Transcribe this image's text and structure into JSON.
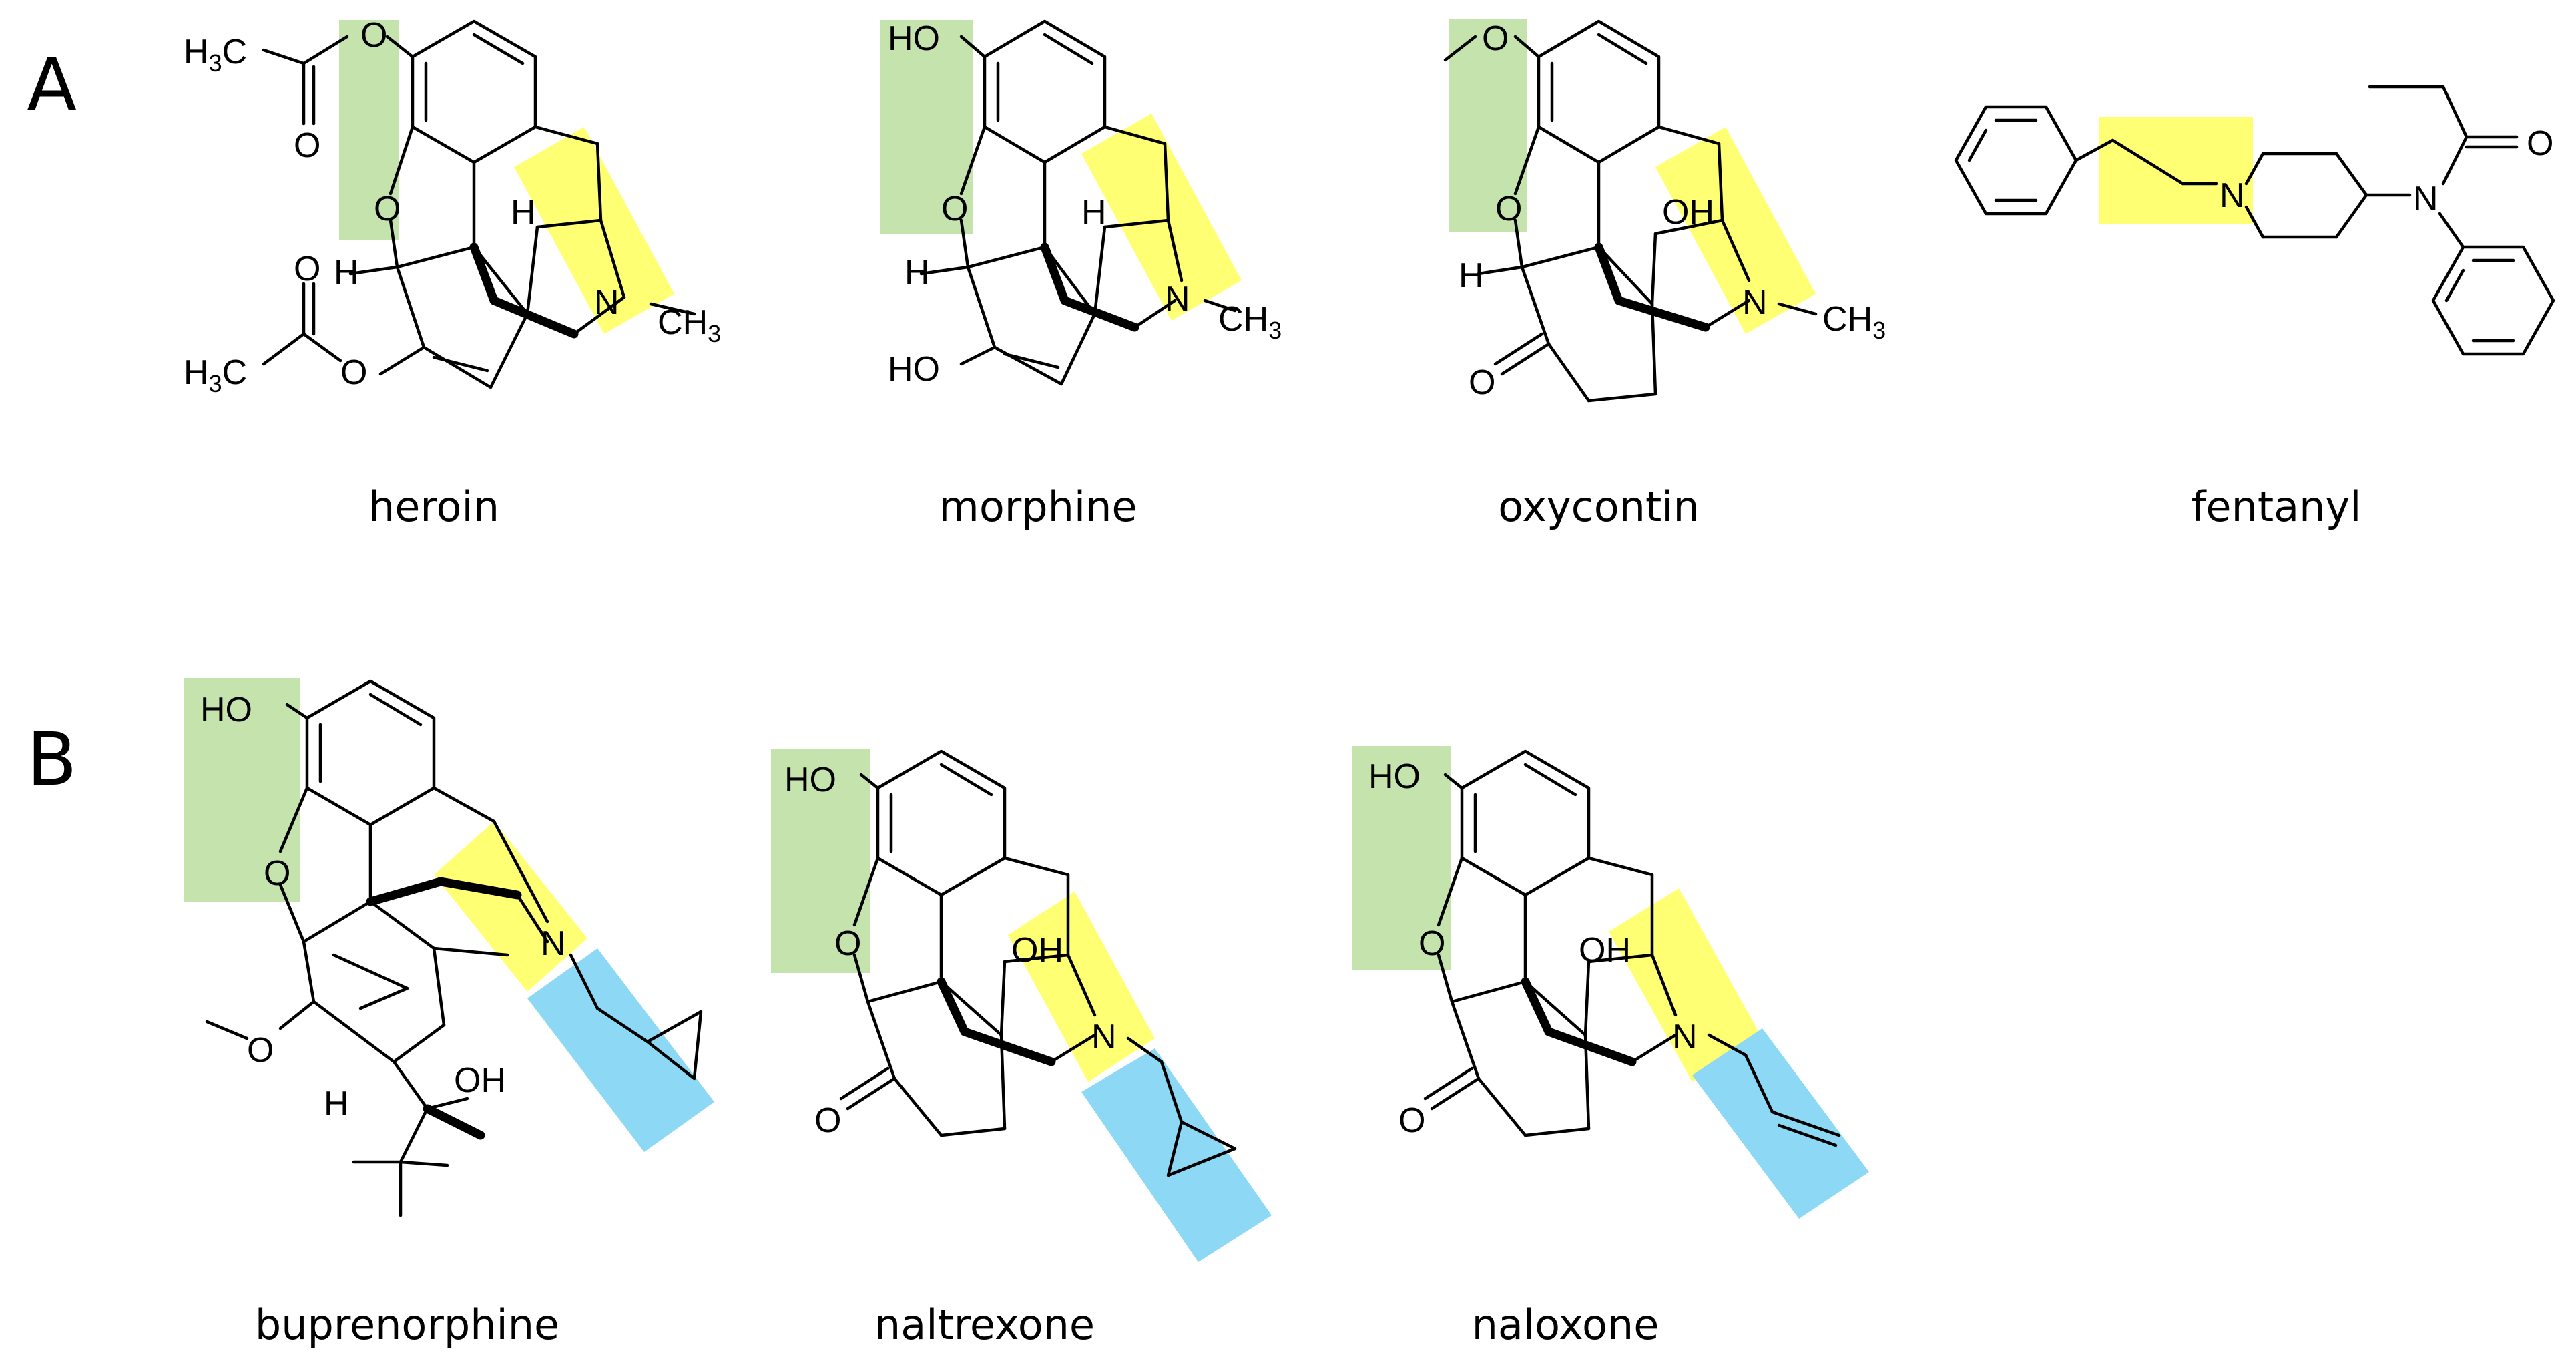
{
  "colors": {
    "green_highlight": "#c5e3ad",
    "yellow_highlight": "#ffff73",
    "blue_highlight": "#8cd8f5",
    "ink": "#000000"
  },
  "panels": [
    {
      "label": "A",
      "molecules": [
        {
          "name": "heroin",
          "atoms": {
            "h3c_top": "H3C",
            "o_carbonyl_top": "O",
            "o_ester_top": "O",
            "o_ring": "O",
            "h_left": "H",
            "h_bridge": "H",
            "n": "N",
            "ch3": "CH3",
            "h3c_bottom": "H3C",
            "o_carbonyl_bottom": "O",
            "o_ester_bottom": "O"
          }
        },
        {
          "name": "morphine",
          "atoms": {
            "ho_top": "HO",
            "o_ring": "O",
            "h_left": "H",
            "h_bridge": "H",
            "n": "N",
            "ch3": "CH3",
            "ho_bottom": "HO"
          }
        },
        {
          "name": "oxycontin",
          "atoms": {
            "o_methoxy": "O",
            "o_ring": "O",
            "h_left": "H",
            "oh": "OH",
            "n": "N",
            "ch3": "CH3",
            "o_ketone": "O"
          }
        },
        {
          "name": "fentanyl",
          "atoms": {
            "n_piperidine": "N",
            "n_amide": "N",
            "o_amide": "O"
          }
        }
      ]
    },
    {
      "label": "B",
      "molecules": [
        {
          "name": "buprenorphine",
          "atoms": {
            "ho": "HO",
            "o_ring": "O",
            "o_methoxy": "O",
            "n": "N",
            "h": "H",
            "oh": "OH"
          }
        },
        {
          "name": "naltrexone",
          "atoms": {
            "ho": "HO",
            "o_ring": "O",
            "oh": "OH",
            "n": "N",
            "o_ketone": "O"
          }
        },
        {
          "name": "naloxone",
          "atoms": {
            "ho": "HO",
            "o_ring": "O",
            "oh": "OH",
            "n": "N",
            "o_ketone": "O"
          }
        }
      ]
    }
  ]
}
